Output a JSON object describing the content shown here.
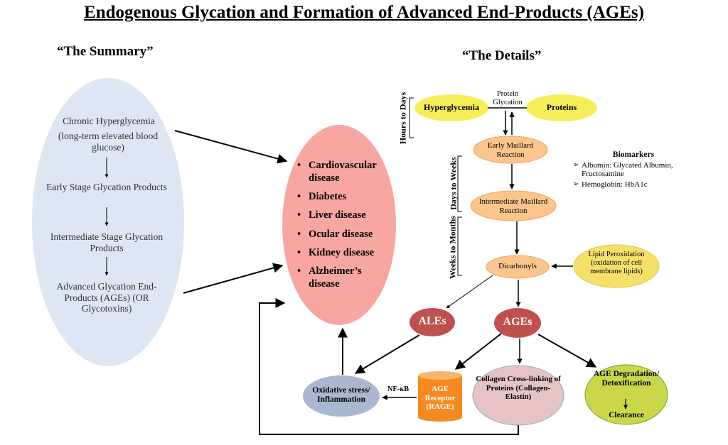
{
  "title": "Endogenous Glycation and Formation of Advanced End-Products (AGEs)",
  "summary": {
    "heading": "“The Summary”",
    "step1_line1": "Chronic Hyperglycemia",
    "step1_line2": "(long-term elevated blood glucose)",
    "step2": "Early Stage Glycation Products",
    "step3": "Intermediate Stage Glycation Products",
    "step4": "Advanced Glycation End-Products (AGEs) (OR Glycotoxins)"
  },
  "diseases": [
    "Cardiovascular disease",
    "Diabetes",
    "Liver disease",
    "Ocular disease",
    "Kidney disease",
    "Alzheimer’s disease"
  ],
  "details": {
    "heading": "“The Details”",
    "time_hours": "Hours to Days",
    "time_days": "Days to Weeks",
    "time_weeks": "Weeks to Months",
    "hyperglycemia": "Hyperglycemia",
    "protein_glycation": "Protein Glycation",
    "proteins": "Proteins",
    "early_maillard": "Early Maillard Reaction",
    "intermediate_maillard": "Intermediate Maillard Reaction",
    "dicarbonyls": "Dicarbonyls",
    "lipid_peroxidation": "Lipid Peroxidation (oxidation of cell membrane lipids)",
    "ales": "ALEs",
    "ages": "AGEs",
    "age_receptor": "AGE Receptor (RAGE)",
    "collagen": "Collagen Cross-linking of Proteins (Collagen-Elastin)",
    "degradation": "AGE Degradation/ Detoxification",
    "clearance": "Clearance",
    "oxidative": "Oxidative stress/ Inflammation",
    "nfkb": "NF-κB"
  },
  "biomarkers": {
    "heading": "Biomarkers",
    "albumin": "Albumin: Glycated Albumin, Fructosamine",
    "hemoglobin": "Hemoglobin: HbA1c"
  }
}
